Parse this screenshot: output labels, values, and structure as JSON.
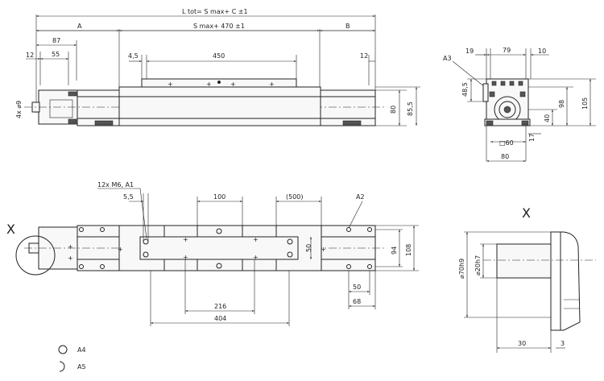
{
  "top_view": {
    "ltot": "L tot= S max+ C ±1",
    "dim_a": "A",
    "dim_smax": "S max+ 470 ±1",
    "dim_b": "B",
    "d87": "87",
    "d12_left": "12",
    "d55": "55",
    "d45": "4,5",
    "d450": "450",
    "d12_right": "12",
    "d4x9": "4x ⌀9",
    "d80": "80",
    "d855": "85,5"
  },
  "end_view": {
    "a3": "A3",
    "d19": "19",
    "d79": "79",
    "d10": "10",
    "d485": "48,5",
    "d98": "98",
    "d105": "105",
    "d40": "40",
    "d17": "17",
    "d60": "□60",
    "d80": "80"
  },
  "bottom_view": {
    "x_label": "X",
    "m6": "12x M6, A1",
    "d55": "5,5",
    "d100": "100",
    "d500": "(500)",
    "a2": "A2",
    "d50v": "50",
    "d94": "94",
    "d108": "108",
    "d50": "50",
    "d68": "68",
    "d216": "216",
    "d404": "404"
  },
  "detail_view": {
    "title": "X",
    "d70": "⌀70h9",
    "d20": "⌀20h7",
    "d30": "30",
    "d3": "3"
  },
  "legend": {
    "a4": "A4",
    "a5": "A5"
  }
}
